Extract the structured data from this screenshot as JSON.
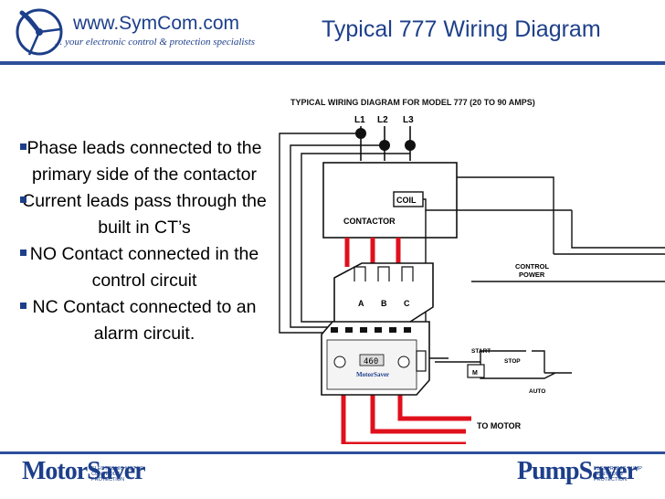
{
  "header": {
    "site_name": "www.SymCom.com",
    "tagline": "... your electronic control & protection specialists",
    "title": "Typical 777 Wiring Diagram"
  },
  "bullets": [
    "Phase leads connected to the primary side of the contactor",
    "Current leads pass through the built in CT’s",
    "NO Contact connected in the control circuit",
    "NC Contact connected to an alarm circuit."
  ],
  "diagram": {
    "title": "TYPICAL WIRING DIAGRAM FOR MODEL 777 (20 TO 90 AMPS)",
    "lines": [
      "L1",
      "L2",
      "L3"
    ],
    "contactor_label": "CONTACTOR",
    "coil_label": "COIL",
    "ct_labels": [
      "A",
      "B",
      "C"
    ],
    "control_power_label": "CONTROL POWER",
    "start_label": "START",
    "stop_label": "STOP",
    "m_label": "M",
    "auto_label": "AUTO",
    "motor_label": "TO MOTOR",
    "display_value": "460",
    "device_brand": "MotorSaver"
  },
  "footer": {
    "left_logo": "MotorSaver",
    "left_sub": "ELECTRONIC MOTOR CONTROL & PROTECTION",
    "right_logo": "PumpSaver",
    "right_sub": "ELECTRONIC PUMP CONTROL & PROTECTION"
  },
  "colors": {
    "brand_blue": "#1d3f8a",
    "wire_red": "#e0101c",
    "rule_blue": "#2d4f9a"
  }
}
